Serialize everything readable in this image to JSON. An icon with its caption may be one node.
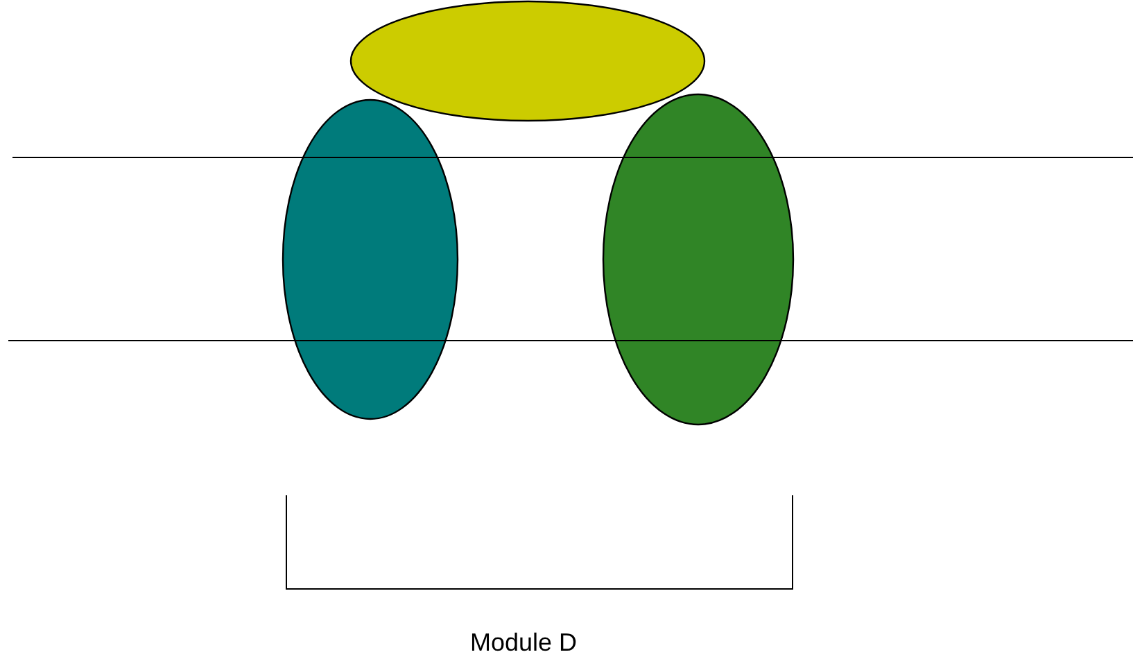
{
  "diagram": {
    "nodes": [
      {
        "text": [],
        "shape": "ellipse"
      },
      {
        "text": [],
        "shape": "ellipse"
      },
      {
        "text": [],
        "shape": "ellipse"
      }
    ],
    "labels": [
      "Module D"
    ]
  }
}
